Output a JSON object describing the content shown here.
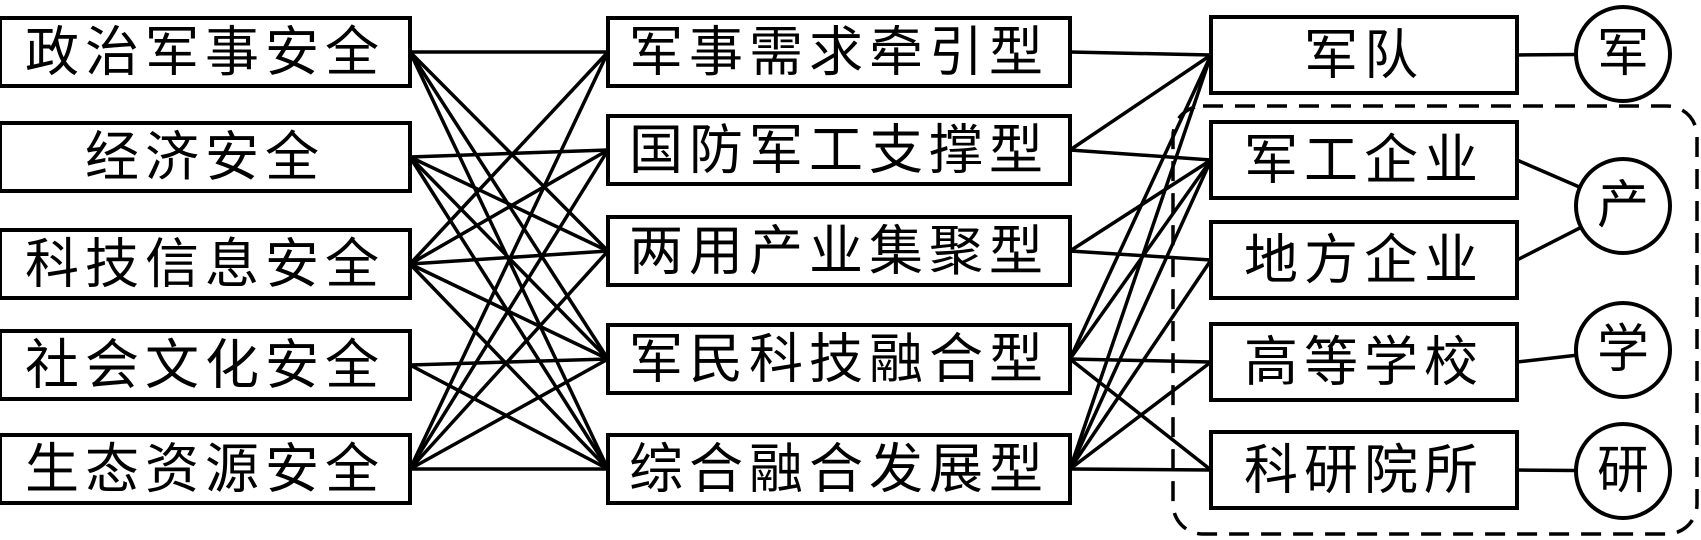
{
  "security_types": [
    "政治军事安全",
    "经济安全",
    "科技信息安全",
    "社会文化安全",
    "生态资源安全"
  ],
  "fusion_modes": [
    "军事需求牵引型",
    "国防军工支撑型",
    "两用产业集聚型",
    "军民科技融合型",
    "综合融合发展型"
  ],
  "entities": [
    "军队",
    "军工企业",
    "地方企业",
    "高等学校",
    "科研院所"
  ],
  "categories": [
    "军",
    "产",
    "学",
    "研"
  ]
}
